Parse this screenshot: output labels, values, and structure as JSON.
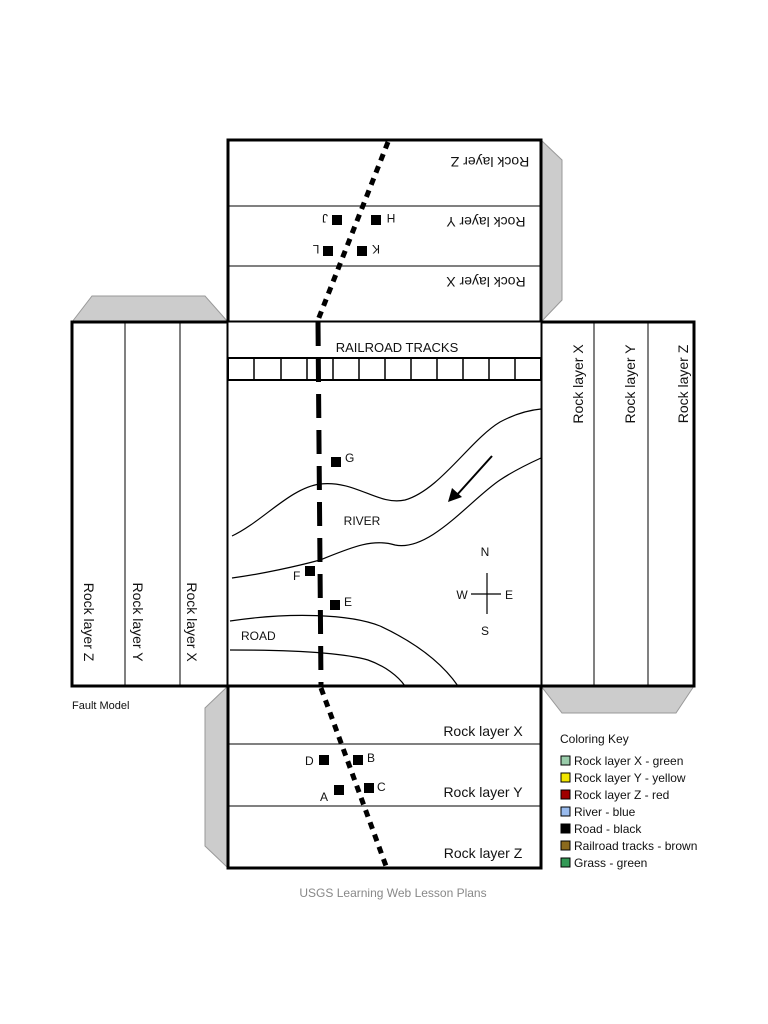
{
  "top_flap": {
    "layers": [
      "Rock layer Z",
      "Rock layer Y",
      "Rock layer X"
    ],
    "points": [
      "J",
      "H",
      "L",
      "K"
    ]
  },
  "center": {
    "railroad": "RAILROAD TRACKS",
    "river": "RIVER",
    "road": "ROAD",
    "points": [
      "G",
      "F",
      "E"
    ],
    "compass": {
      "n": "N",
      "s": "S",
      "e": "E",
      "w": "W"
    }
  },
  "left_flap": {
    "layers": [
      "Rock layer Z",
      "Rock layer Y",
      "Rock layer X"
    ]
  },
  "right_flap": {
    "layers": [
      "Rock layer X",
      "Rock layer Y",
      "Rock layer Z"
    ]
  },
  "bottom_flap": {
    "layers": [
      "Rock layer X",
      "Rock layer Y",
      "Rock layer Z"
    ],
    "points": [
      "D",
      "B",
      "A",
      "C"
    ]
  },
  "model_label": "Fault Model",
  "coloring_key": {
    "title": "Coloring Key",
    "items": [
      {
        "label": "Rock layer X - green",
        "color": "#99ccaa"
      },
      {
        "label": "Rock layer Y - yellow",
        "color": "#f2e600"
      },
      {
        "label": "Rock layer Z - red",
        "color": "#a00000"
      },
      {
        "label": "River - blue",
        "color": "#99bbee"
      },
      {
        "label": "Road - black",
        "color": "#000000"
      },
      {
        "label": "Railroad tracks - brown",
        "color": "#8b6a1e"
      },
      {
        "label": "Grass - green",
        "color": "#339955"
      }
    ]
  },
  "credit": "USGS Learning Web Lesson Plans"
}
